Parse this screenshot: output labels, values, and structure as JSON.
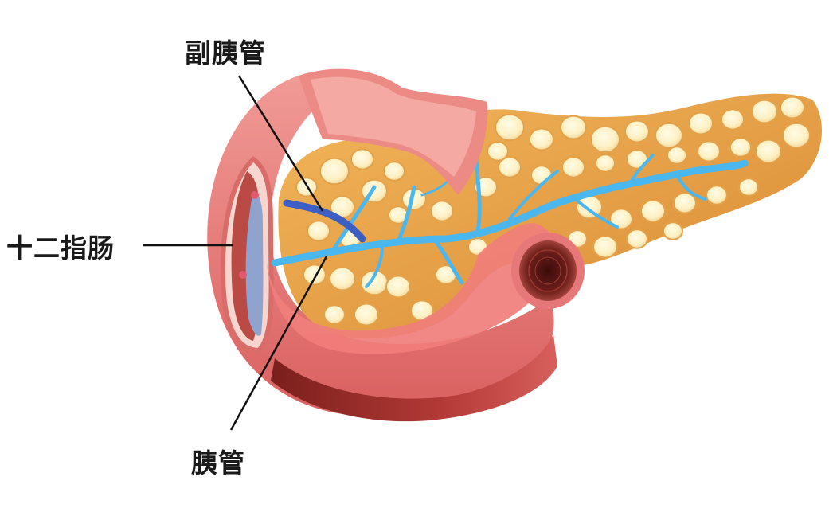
{
  "labels": {
    "accessory_duct": "副胰管",
    "duodenum": "十二指肠",
    "main_duct": "胰管"
  },
  "colors": {
    "background": "#ffffff",
    "gland_tissue": "#e8a043",
    "lobule": "#fdf0c2",
    "duodenum_wall": "#e7787a",
    "duodenum_inner": "#b94a44",
    "main_duct": "#4ab7ee",
    "accessory_duct": "#3d5fc4",
    "leader_line": "#111111"
  }
}
